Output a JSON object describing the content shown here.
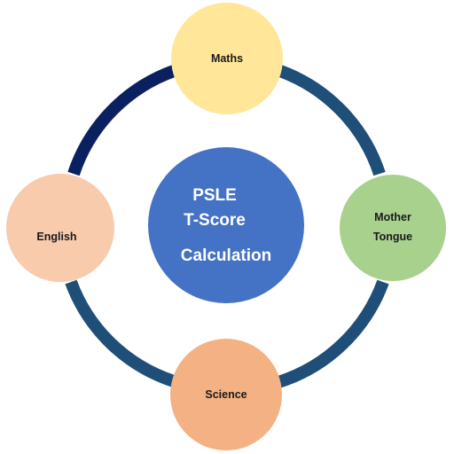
{
  "center": {
    "line1": "PSLE",
    "line2": "T-Score",
    "line3": "Calculation",
    "color": "#4472C4"
  },
  "nodes": {
    "maths": {
      "label": "Maths",
      "color": "#FFE699"
    },
    "mother_tongue": {
      "line1": "Mother",
      "line2": "Tongue",
      "color": "#A9D18E"
    },
    "science": {
      "label": "Science",
      "color": "#F4B183"
    },
    "english": {
      "label": "English",
      "color": "#F8CBAD"
    }
  },
  "ring": {
    "color_main": "#1F4E79",
    "color_dark": "#0B2060"
  }
}
